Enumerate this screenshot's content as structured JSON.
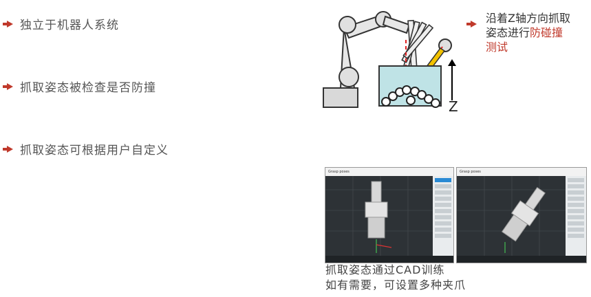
{
  "bullets": [
    "独立于机器人系统",
    "抓取姿态被检查是否防撞",
    "抓取姿态可根据用户自定义"
  ],
  "note": {
    "line1": "沿着Z轴方向抓取",
    "line2_prefix": "姿态进行",
    "line2_red": "防碰撞",
    "line3_red": "测试"
  },
  "axis_label": "Z",
  "caption": {
    "line1": "抓取姿态通过CAD训练",
    "line2": "如有需要，可设置多种夹爪"
  },
  "screens": [
    {
      "title": "Grasp poses"
    },
    {
      "title": "Grasp poses"
    }
  ],
  "colors": {
    "accent_red": "#c0392b",
    "gripper_yellow": "#f2c200"
  }
}
